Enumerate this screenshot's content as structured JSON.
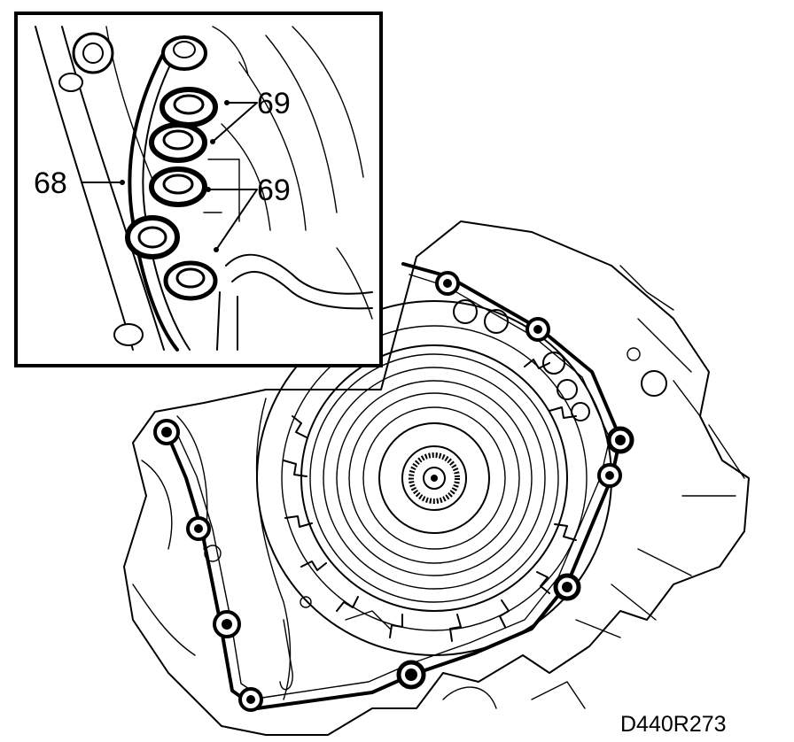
{
  "figure": {
    "reference_code": "D440R273",
    "callouts": [
      {
        "id": "c68",
        "text": "68"
      },
      {
        "id": "c69a",
        "text": "69"
      },
      {
        "id": "c69b",
        "text": "69"
      }
    ],
    "colors": {
      "ink": "#000000",
      "paper": "#ffffff"
    }
  }
}
